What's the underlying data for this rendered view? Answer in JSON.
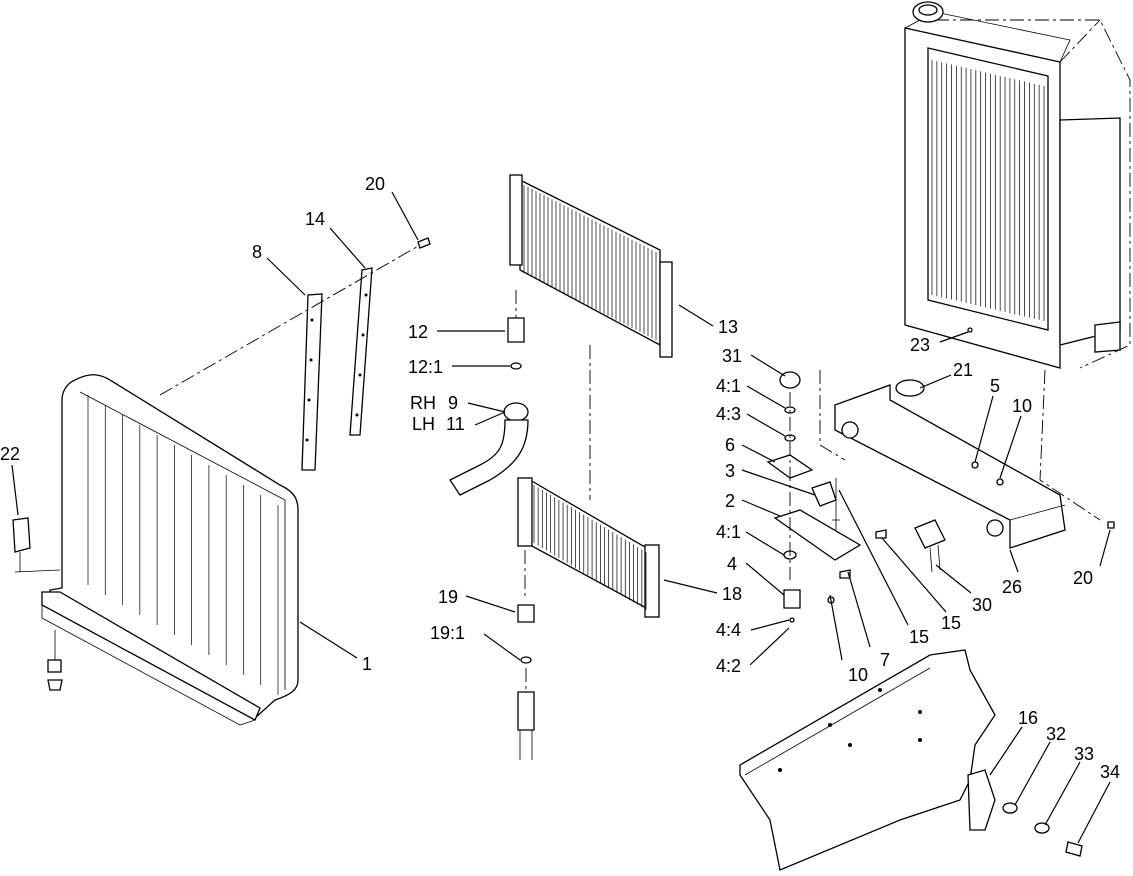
{
  "callouts": [
    {
      "id": "c-20a",
      "text": "20"
    },
    {
      "id": "c-14",
      "text": "14"
    },
    {
      "id": "c-8",
      "text": "8"
    },
    {
      "id": "c-22",
      "text": "22"
    },
    {
      "id": "c-1",
      "text": "1"
    },
    {
      "id": "c-12",
      "text": "12"
    },
    {
      "id": "c-12-1",
      "text": "12:1"
    },
    {
      "id": "c-rh",
      "text": "RH"
    },
    {
      "id": "c-9",
      "text": "9"
    },
    {
      "id": "c-lh",
      "text": "LH"
    },
    {
      "id": "c-11",
      "text": "11"
    },
    {
      "id": "c-13",
      "text": "13"
    },
    {
      "id": "c-18",
      "text": "18"
    },
    {
      "id": "c-19",
      "text": "19"
    },
    {
      "id": "c-19-1",
      "text": "19:1"
    },
    {
      "id": "c-31",
      "text": "31"
    },
    {
      "id": "c-4-1a",
      "text": "4:1"
    },
    {
      "id": "c-4-3",
      "text": "4:3"
    },
    {
      "id": "c-6",
      "text": "6"
    },
    {
      "id": "c-3",
      "text": "3"
    },
    {
      "id": "c-2",
      "text": "2"
    },
    {
      "id": "c-4-1b",
      "text": "4:1"
    },
    {
      "id": "c-4",
      "text": "4"
    },
    {
      "id": "c-4-4",
      "text": "4:4"
    },
    {
      "id": "c-4-2",
      "text": "4:2"
    },
    {
      "id": "c-10a",
      "text": "10"
    },
    {
      "id": "c-7",
      "text": "7"
    },
    {
      "id": "c-15a",
      "text": "15"
    },
    {
      "id": "c-15b",
      "text": "15"
    },
    {
      "id": "c-30",
      "text": "30"
    },
    {
      "id": "c-26",
      "text": "26"
    },
    {
      "id": "c-20b",
      "text": "20"
    },
    {
      "id": "c-5",
      "text": "5"
    },
    {
      "id": "c-10b",
      "text": "10"
    },
    {
      "id": "c-21",
      "text": "21"
    },
    {
      "id": "c-23",
      "text": "23"
    },
    {
      "id": "c-16",
      "text": "16"
    },
    {
      "id": "c-32",
      "text": "32"
    },
    {
      "id": "c-33",
      "text": "33"
    },
    {
      "id": "c-34",
      "text": "34"
    }
  ]
}
